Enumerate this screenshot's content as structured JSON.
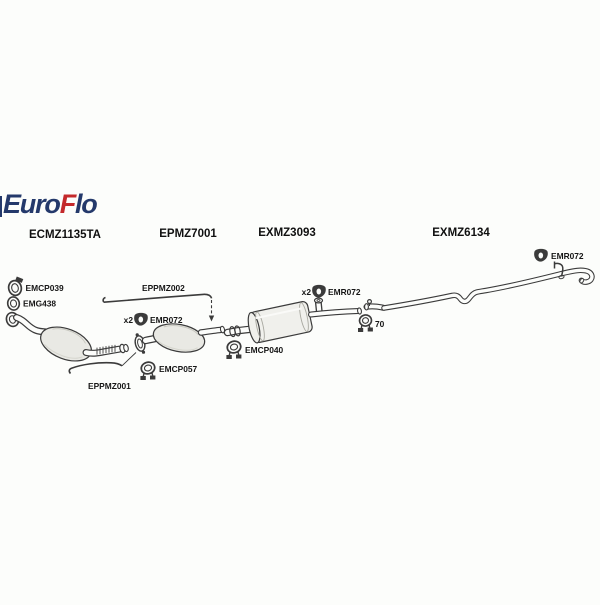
{
  "page": {
    "background": "#fcfdfb"
  },
  "logo": {
    "euro": "Euro",
    "f": "F",
    "lo": "lo"
  },
  "colors": {
    "logo_navy": "#24396b",
    "logo_red": "#c4292b",
    "line": "#3b3b3b",
    "catalyst_fill": "#e9e9e4",
    "muffler_fill": "#f0f0ec"
  },
  "section_labels": {
    "system": "ECMZ1135TA",
    "front_pipe": "EPMZ7001",
    "mid_silencer": "EXMZ3093",
    "tail_pipe": "EXMZ6134"
  },
  "part_labels": {
    "emcp039": "EMCP039",
    "emg438": "EMG438",
    "eppmz002": "EPPMZ002",
    "x2_front": "x2",
    "emr072_front": "EMR072",
    "emcp057": "EMCP057",
    "eppmz001": "EPPMZ001",
    "emcp040": "EMCP040",
    "x2_mid": "x2",
    "emr072_mid": "EMR072",
    "clamp_70": "70",
    "emr072_rear": "EMR072"
  }
}
